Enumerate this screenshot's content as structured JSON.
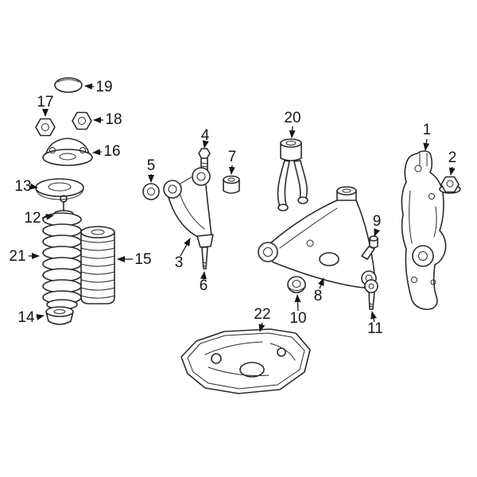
{
  "diagram": {
    "kind": "exploded-parts-diagram",
    "subject": "front-suspension-components",
    "colors": {
      "background": "#ffffff",
      "line": "#2a2a2a",
      "text": "#161616"
    },
    "callouts": [
      {
        "label": "1",
        "part": "steering-knuckle"
      },
      {
        "label": "2",
        "part": "knuckle-hex-nut"
      },
      {
        "label": "3",
        "part": "upper-control-arm"
      },
      {
        "label": "4",
        "part": "pivot-bolt"
      },
      {
        "label": "5",
        "part": "small-bushing"
      },
      {
        "label": "6",
        "part": "upper-ball-joint-stud"
      },
      {
        "label": "7",
        "part": "barrel-bushing"
      },
      {
        "label": "8",
        "part": "lower-control-arm"
      },
      {
        "label": "9",
        "part": "bracket-bolt"
      },
      {
        "label": "10",
        "part": "lower-arm-bushing"
      },
      {
        "label": "11",
        "part": "lower-ball-joint"
      },
      {
        "label": "12",
        "part": "shock-rod"
      },
      {
        "label": "13",
        "part": "spring-seat"
      },
      {
        "label": "14",
        "part": "jounce-bumper"
      },
      {
        "label": "15",
        "part": "dust-boot"
      },
      {
        "label": "16",
        "part": "strut-mount"
      },
      {
        "label": "17",
        "part": "mount-nut-front"
      },
      {
        "label": "18",
        "part": "mount-nut-rear"
      },
      {
        "label": "19",
        "part": "cap"
      },
      {
        "label": "20",
        "part": "support-bracket"
      },
      {
        "label": "21",
        "part": "coil-spring"
      },
      {
        "label": "22",
        "part": "skid-plate"
      }
    ]
  }
}
